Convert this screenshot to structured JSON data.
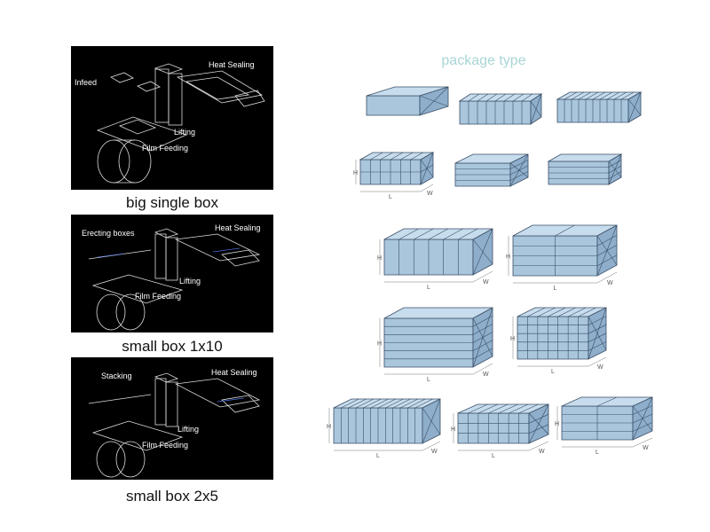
{
  "panels": [
    {
      "labels": {
        "infeed": "Infeed",
        "heat_sealing": "Heat Sealing",
        "lifting": "Lifting",
        "film_feeding": "Film Feeding"
      },
      "caption": "big single box"
    },
    {
      "labels": {
        "erecting": "Erecting boxes",
        "heat_sealing": "Heat Sealing",
        "lifting": "Lifting",
        "film_feeding": "Film Feeding"
      },
      "caption": "small box 1x10"
    },
    {
      "labels": {
        "stacking": "Stacking",
        "heat_sealing": "Heat Sealing",
        "lifting": "Lifting",
        "film_feeding": "Film Feeding"
      },
      "caption": "small box 2x5"
    }
  ],
  "package_type": {
    "title": "package type",
    "dims": {
      "length": "L",
      "width": "W",
      "height": "H"
    }
  },
  "colors": {
    "box_front": "#a9c6dd",
    "box_top": "#c7dced",
    "box_side": "#8eaecb",
    "outline": "#3a4f66",
    "title": "#a9d5d6"
  }
}
